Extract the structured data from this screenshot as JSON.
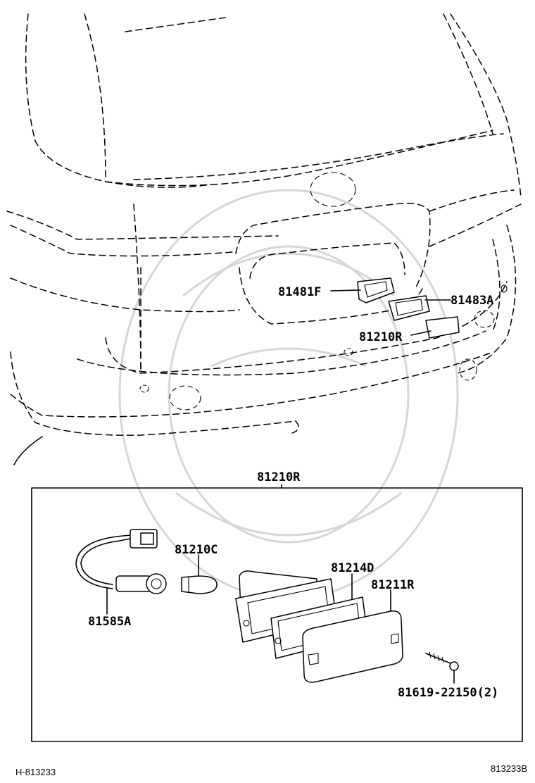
{
  "parts": {
    "license_lamp_housing": "81481F",
    "bracket": "81483A",
    "lamp_assy_upper": "81210R",
    "lamp_assy_box": "81210R",
    "bulb": "81210C",
    "lens_gasket": "81214D",
    "socket_cord": "81585A",
    "lens": "81211R",
    "screw": "81619-22150(2)"
  },
  "footer": {
    "left_code": "H-813233",
    "right_code": "813233B"
  }
}
